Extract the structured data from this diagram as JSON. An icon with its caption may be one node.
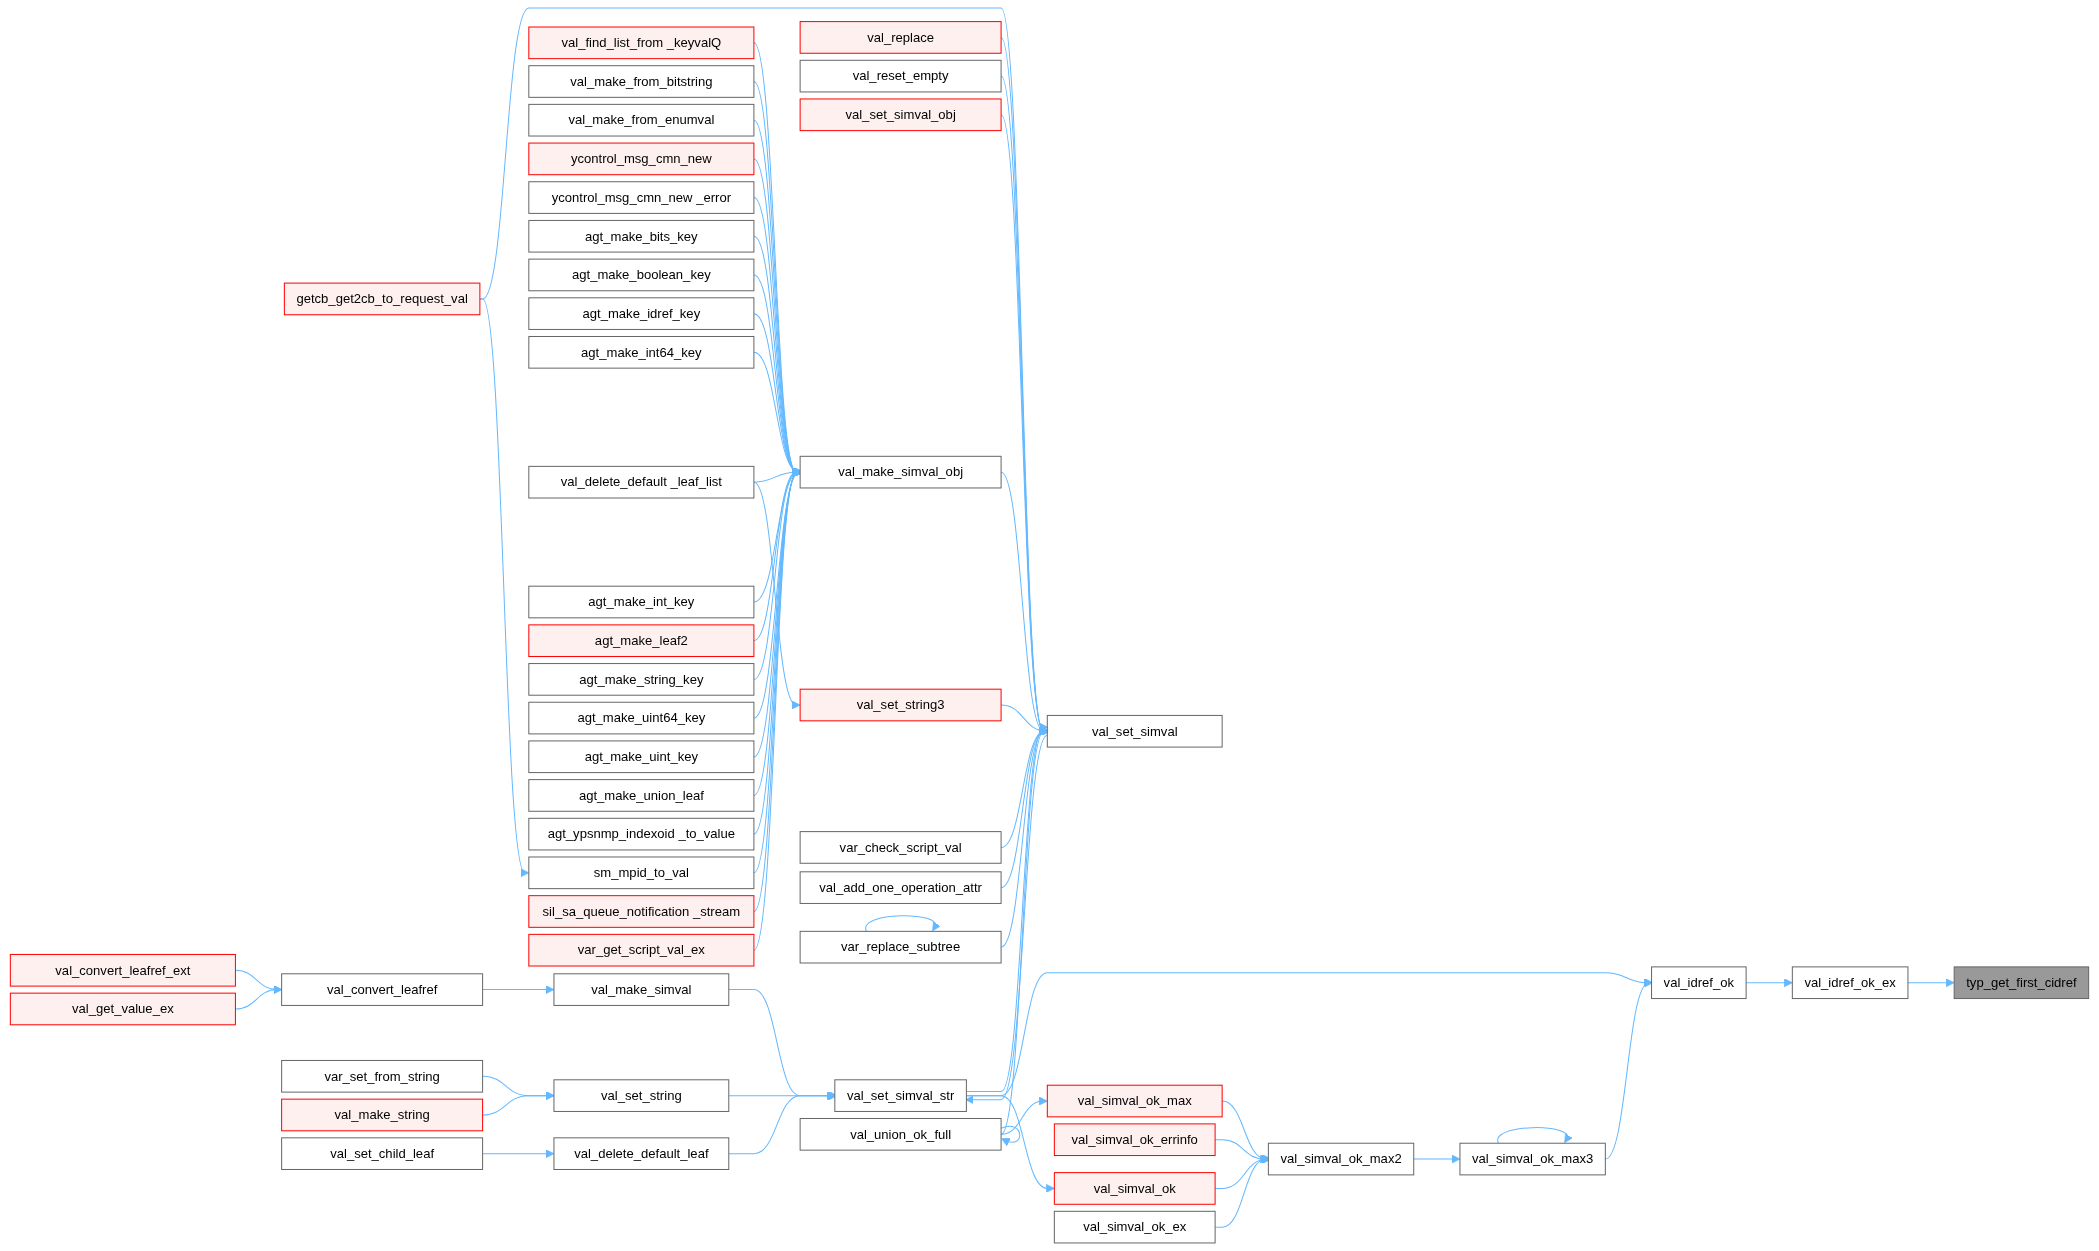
{
  "diagram": {
    "nodes": [
      {
        "text": [
          "val_convert_leafref_ext"
        ]
      },
      {
        "text": [
          "val_get_value_ex"
        ]
      },
      {
        "text": [
          "val_delete_default _leaf_list"
        ]
      },
      {
        "text": [
          "val_find_list_from _keyvalQ"
        ]
      },
      {
        "text": [
          "val_make_from_bitstring"
        ]
      },
      {
        "text": [
          "val_make_from_enumval"
        ]
      },
      {
        "text": [
          "val_set_child_leaf"
        ]
      },
      {
        "text": [
          "ycontrol_msg_cmn_new"
        ]
      },
      {
        "text": [
          "ycontrol_msg_cmn_new _error"
        ]
      },
      {
        "text": [
          "agt_make_bits_key"
        ]
      },
      {
        "text": [
          "agt_make_boolean_key"
        ]
      },
      {
        "text": [
          "agt_make_idref_key"
        ]
      },
      {
        "text": [
          "agt_make_int64_key"
        ]
      },
      {
        "text": [
          "agt_make_int_key"
        ]
      },
      {
        "text": [
          "agt_make_leaf2"
        ]
      },
      {
        "text": [
          "agt_make_string_key"
        ]
      },
      {
        "text": [
          "agt_make_uint64_key"
        ]
      },
      {
        "text": [
          "agt_make_uint_key"
        ]
      },
      {
        "text": [
          "agt_make_union_leaf"
        ]
      },
      {
        "text": [
          "agt_ypsnmp_indexoid _to_value"
        ]
      },
      {
        "text": [
          "getcb_get2cb_to_request_val"
        ]
      },
      {
        "text": [
          "sm_mpid_to_val"
        ]
      },
      {
        "text": [
          "sil_sa_queue_notification _stream"
        ]
      },
      {
        "text": [
          "var_get_script_val_ex"
        ]
      },
      {
        "text": [
          "val_convert_leafref"
        ]
      },
      {
        "text": [
          "var_set_from_string"
        ]
      },
      {
        "text": [
          "val_make_string"
        ]
      },
      {
        "text": [
          "val_replace"
        ]
      },
      {
        "text": [
          "val_reset_empty"
        ]
      },
      {
        "text": [
          "val_set_simval_obj"
        ]
      },
      {
        "text": [
          "val_make_simval_obj"
        ]
      },
      {
        "text": [
          "val_set_string3"
        ]
      },
      {
        "text": [
          "var_check_script_val"
        ]
      },
      {
        "text": [
          "var_replace_subtree"
        ]
      },
      {
        "text": [
          "val_add_one_operation_attr"
        ]
      },
      {
        "text": [
          "val_union_ok_full"
        ]
      },
      {
        "text": [
          "val_make_simval"
        ]
      },
      {
        "text": [
          "val_set_string"
        ]
      },
      {
        "text": [
          "val_delete_default_leaf"
        ]
      },
      {
        "text": [
          "val_set_simval"
        ]
      },
      {
        "text": [
          "val_simval_ok_max"
        ]
      },
      {
        "text": [
          "val_set_simval_str"
        ]
      },
      {
        "text": [
          "val_simval_ok_errinfo"
        ]
      },
      {
        "text": [
          "val_simval_ok"
        ]
      },
      {
        "text": [
          "val_simval_ok_ex"
        ]
      },
      {
        "text": [
          "val_simval_ok_max2"
        ]
      },
      {
        "text": [
          "val_simval_ok_max3"
        ]
      },
      {
        "text": [
          "val_idref_ok"
        ]
      },
      {
        "text": [
          "val_idref_ok_ex"
        ]
      },
      {
        "text": [
          "typ_get_first_cidref"
        ]
      }
    ],
    "edges": [
      {
        "from": 0,
        "to": 24,
        "arrow": "to"
      },
      {
        "from": 1,
        "to": 24,
        "arrow": "to"
      },
      {
        "from": 24,
        "to": 36,
        "arrow": "to"
      },
      {
        "from": 36,
        "to": 41,
        "arrow": "to"
      },
      {
        "from": 2,
        "to": 30,
        "arrow": "to"
      },
      {
        "from": 2,
        "to": 31,
        "arrow": "to"
      },
      {
        "from": 3,
        "to": 30,
        "arrow": "to"
      },
      {
        "from": 4,
        "to": 30,
        "arrow": "to"
      },
      {
        "from": 5,
        "to": 30,
        "arrow": "to"
      },
      {
        "from": 6,
        "to": 38,
        "arrow": "to"
      },
      {
        "from": 7,
        "to": 30,
        "arrow": "to"
      },
      {
        "from": 8,
        "to": 30,
        "arrow": "to"
      },
      {
        "from": 9,
        "to": 30,
        "arrow": "to"
      },
      {
        "from": 10,
        "to": 30,
        "arrow": "to"
      },
      {
        "from": 11,
        "to": 30,
        "arrow": "to"
      },
      {
        "from": 12,
        "to": 30,
        "arrow": "to"
      },
      {
        "from": 13,
        "to": 30,
        "arrow": "to"
      },
      {
        "from": 14,
        "to": 30,
        "arrow": "to"
      },
      {
        "from": 15,
        "to": 30,
        "arrow": "to"
      },
      {
        "from": 16,
        "to": 30,
        "arrow": "to"
      },
      {
        "from": 17,
        "to": 30,
        "arrow": "to"
      },
      {
        "from": 18,
        "to": 30,
        "arrow": "to"
      },
      {
        "from": 19,
        "to": 30,
        "arrow": "to"
      },
      {
        "from": 20,
        "to": 39,
        "arrow": "to"
      },
      {
        "from": 20,
        "to": 21,
        "arrow": "to"
      },
      {
        "from": 21,
        "to": 30,
        "arrow": "to"
      },
      {
        "from": 22,
        "to": 30,
        "arrow": "to"
      },
      {
        "from": 23,
        "to": 30,
        "arrow": "to"
      },
      {
        "from": 25,
        "to": 37,
        "arrow": "to"
      },
      {
        "from": 26,
        "to": 37,
        "arrow": "to"
      },
      {
        "from": 27,
        "to": 39,
        "arrow": "to"
      },
      {
        "from": 28,
        "to": 39,
        "arrow": "to"
      },
      {
        "from": 29,
        "to": 39,
        "arrow": "to"
      },
      {
        "from": 30,
        "to": 39,
        "arrow": "to"
      },
      {
        "from": 31,
        "to": 39,
        "arrow": "to"
      },
      {
        "from": 32,
        "to": 39,
        "arrow": "to"
      },
      {
        "from": 33,
        "to": 33,
        "arrow": "to"
      },
      {
        "from": 33,
        "to": 39,
        "arrow": "to"
      },
      {
        "from": 34,
        "to": 39,
        "arrow": "to"
      },
      {
        "from": 35,
        "to": 35,
        "arrow": "to"
      },
      {
        "from": 35,
        "to": 39,
        "arrow": "to"
      },
      {
        "from": 35,
        "to": 40,
        "arrow": "to"
      },
      {
        "from": 37,
        "to": 41,
        "arrow": "to"
      },
      {
        "from": 38,
        "to": 41,
        "arrow": "to"
      },
      {
        "from": 41,
        "to": 39,
        "arrow": "to"
      },
      {
        "from": 39,
        "to": 41,
        "arrow": "to"
      },
      {
        "from": 41,
        "to": 47,
        "arrow": "to"
      },
      {
        "from": 41,
        "to": 43,
        "arrow": "to"
      },
      {
        "from": 40,
        "to": 45,
        "arrow": "to"
      },
      {
        "from": 42,
        "to": 45,
        "arrow": "to"
      },
      {
        "from": 43,
        "to": 45,
        "arrow": "to"
      },
      {
        "from": 44,
        "to": 45,
        "arrow": "to"
      },
      {
        "from": 45,
        "to": 46,
        "arrow": "to"
      },
      {
        "from": 46,
        "to": 46,
        "arrow": "to"
      },
      {
        "from": 46,
        "to": 47,
        "arrow": "to"
      },
      {
        "from": 47,
        "to": 48,
        "arrow": "to"
      },
      {
        "from": 48,
        "to": 49,
        "arrow": "to"
      }
    ]
  }
}
